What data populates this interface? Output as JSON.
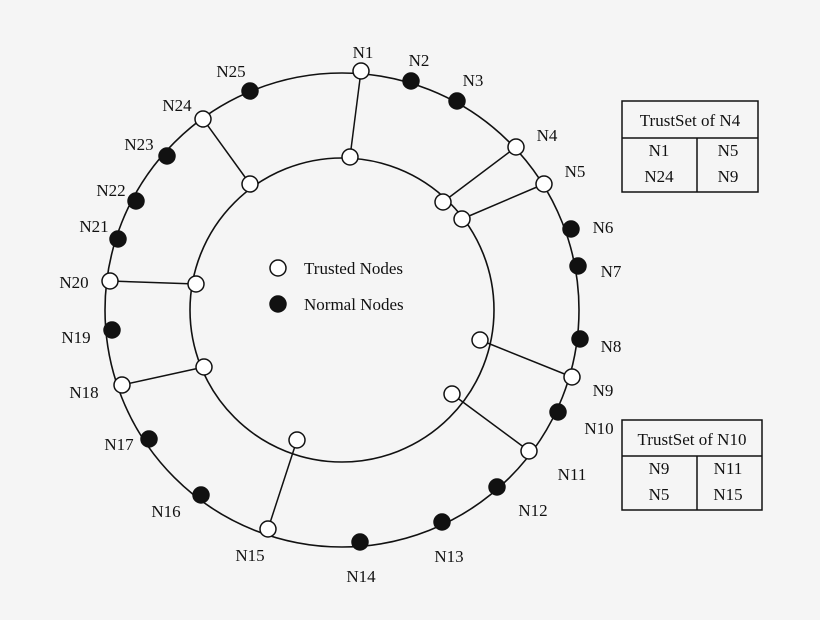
{
  "diagram": {
    "nodes": [
      {
        "id": "N1",
        "label": "N1",
        "trusted": true
      },
      {
        "id": "N2",
        "label": "N2",
        "trusted": false
      },
      {
        "id": "N3",
        "label": "N3",
        "trusted": false
      },
      {
        "id": "N4",
        "label": "N4",
        "trusted": true
      },
      {
        "id": "N5",
        "label": "N5",
        "trusted": true
      },
      {
        "id": "N6",
        "label": "N6",
        "trusted": false
      },
      {
        "id": "N7",
        "label": "N7",
        "trusted": false
      },
      {
        "id": "N8",
        "label": "N8",
        "trusted": false
      },
      {
        "id": "N9",
        "label": "N9",
        "trusted": true
      },
      {
        "id": "N10",
        "label": "N10",
        "trusted": false
      },
      {
        "id": "N11",
        "label": "N11",
        "trusted": true
      },
      {
        "id": "N12",
        "label": "N12",
        "trusted": false
      },
      {
        "id": "N13",
        "label": "N13",
        "trusted": false
      },
      {
        "id": "N14",
        "label": "N14",
        "trusted": false
      },
      {
        "id": "N15",
        "label": "N15",
        "trusted": true
      },
      {
        "id": "N16",
        "label": "N16",
        "trusted": false
      },
      {
        "id": "N17",
        "label": "N17",
        "trusted": false
      },
      {
        "id": "N18",
        "label": "N18",
        "trusted": true
      },
      {
        "id": "N19",
        "label": "N19",
        "trusted": false
      },
      {
        "id": "N20",
        "label": "N20",
        "trusted": true
      },
      {
        "id": "N21",
        "label": "N21",
        "trusted": false
      },
      {
        "id": "N22",
        "label": "N22",
        "trusted": false
      },
      {
        "id": "N23",
        "label": "N23",
        "trusted": false
      },
      {
        "id": "N24",
        "label": "N24",
        "trusted": true
      },
      {
        "id": "N25",
        "label": "N25",
        "trusted": false
      }
    ],
    "legend": {
      "trusted": "Trusted Nodes",
      "normal": "Normal Nodes"
    },
    "trustsets": [
      {
        "title": "TrustSet of N4",
        "rows": [
          [
            "N1",
            "N5"
          ],
          [
            "N24",
            "N9"
          ]
        ]
      },
      {
        "title": "TrustSet of N10",
        "rows": [
          [
            "N9",
            "N11"
          ],
          [
            "N5",
            "N15"
          ]
        ]
      }
    ],
    "colors": {
      "background": "#f5f5f5",
      "stroke": "#111111",
      "trusted_fill": "#ffffff",
      "normal_fill": "#111111"
    }
  }
}
